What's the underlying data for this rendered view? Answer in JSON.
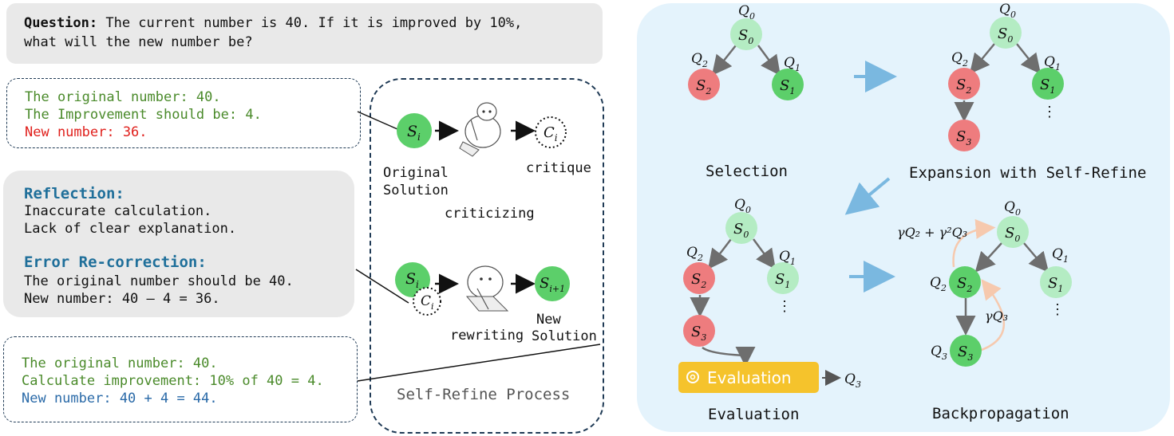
{
  "question": {
    "label": "Question:",
    "text_line1": " The current number is 40. If it is improved by 10%,",
    "text_line2": "what will the new number be?"
  },
  "original_solution": {
    "line1": "The original number: 40.",
    "line2": "The Improvement should be: 4.",
    "line3": "New number: 36."
  },
  "feedback": {
    "reflection_title": "Reflection:",
    "reflection_line1": "Inaccurate calculation.",
    "reflection_line2": "Lack of clear explanation.",
    "error_title": "Error Re-correction:",
    "error_line1": "The original number should be 40.",
    "error_line2": "New number: 40 – 4 = 36."
  },
  "new_solution": {
    "line1": "The original number: 40.",
    "line2": "Calculate improvement: 10% of 40 = 4.",
    "line3": "New number: 40 + 4 = 44."
  },
  "self_refine": {
    "original_label1": "Original",
    "original_label2": "Solution",
    "critique_label": "critique",
    "criticizing_label": "criticizing",
    "rewriting_label": "rewriting",
    "new_label1": "New",
    "new_label2": "Solution",
    "process_label": "Self-Refine Process",
    "node_si": "S",
    "node_si_sub": "i",
    "node_ci": "C",
    "node_ci_sub": "i",
    "node_si1_sub": "i+1"
  },
  "mcts": {
    "selection": "Selection",
    "expansion": "Expansion with Self-Refine",
    "evaluation": "Evaluation",
    "evaluation_button": "Evaluation",
    "backpropagation": "Backpropagation",
    "backprop_q0": "γQ₂ + γ²Q₃",
    "backprop_q3": "γQ₃"
  },
  "colors": {
    "green_node": "#5ccf6a",
    "light_green_node": "#b4ecc3",
    "red_node": "#ee7c7e",
    "arrow_blue": "#7ab8e0",
    "eval_yellow": "#f5c32c",
    "backprop_arc": "#f6c9ae"
  }
}
